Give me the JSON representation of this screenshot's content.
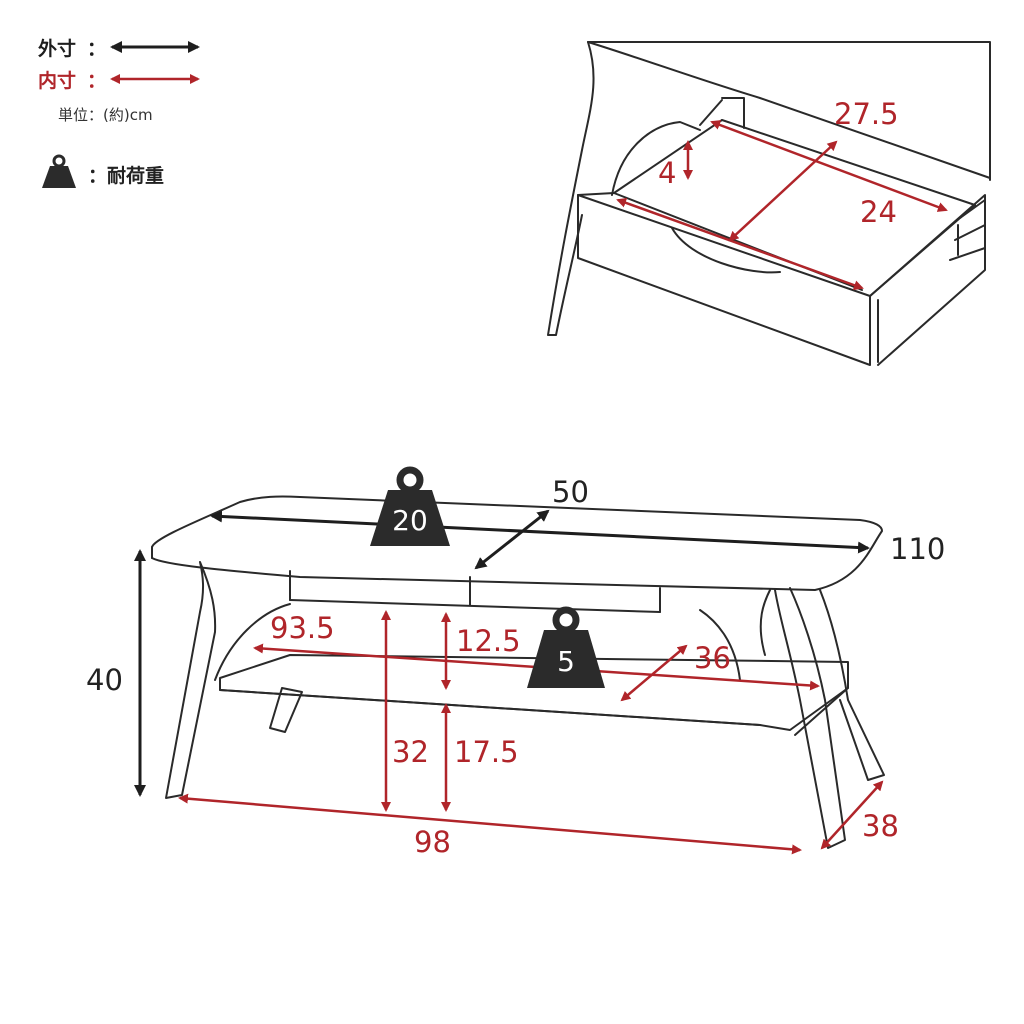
{
  "legend": {
    "outer_label": "外寸",
    "inner_label": "内寸",
    "colon": "：",
    "unit": "単位：(約)cm",
    "load_label": "：耐荷重",
    "outer_color": "#1e1e1e",
    "inner_color": "#b0252a"
  },
  "drawer": {
    "width": "27.5",
    "height": "4",
    "depth": "24"
  },
  "table": {
    "top_load": "20",
    "shelf_load": "5",
    "top_depth": "50",
    "top_width": "110",
    "height": "40",
    "shelf_inner_width": "93.5",
    "drawer_clearance": "12.5",
    "shelf_depth": "36",
    "top_inner_height": "32",
    "shelf_height": "17.5",
    "bottom_width": "98",
    "bottom_depth": "38"
  }
}
